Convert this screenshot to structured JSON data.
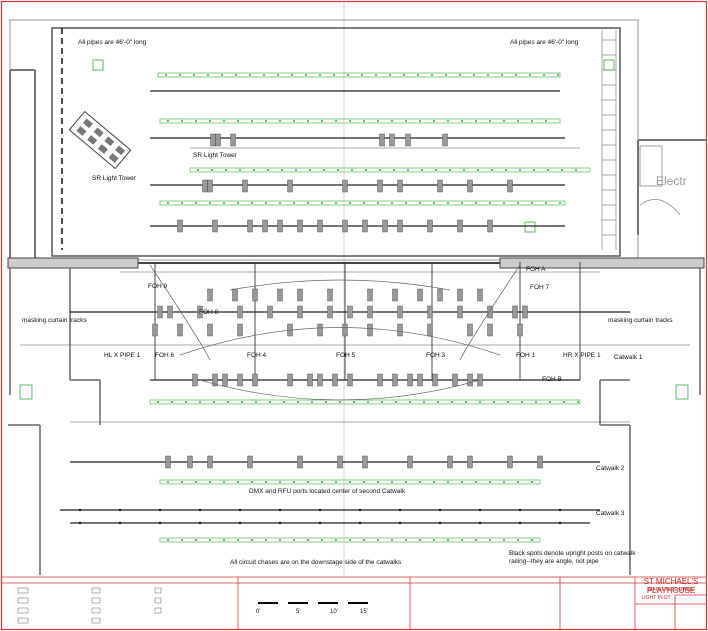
{
  "notes": {
    "pipe_length_left": "All pipes are 46'-0\" long",
    "pipe_length_right": "All pipes are 46'-0\" long",
    "dmx_rfu": "DMX and RFU ports located center of second Catwalk",
    "circuit_chases": "All circuit chases are on the downstage side of the catwalks",
    "black_spots": "Black spots denote upright posts on catwalk railing--they are angle, not pipe"
  },
  "towers": {
    "sr": "SR Light Tower",
    "sl": "SR Light Tower"
  },
  "positions": {
    "fohA": "FOH A",
    "fohB": "FOH B",
    "foh1": "FOH 1",
    "foh3": "FOH 3",
    "foh5": "FOH 5",
    "foh4": "FOH 4",
    "foh6": "FOH 6",
    "foh7": "FOH 7",
    "foh8": "FOH 8",
    "foh9": "FOH 9",
    "hlxpipe": "HL X PIPE 1",
    "hrxpipe": "HR X PIPE 1",
    "catwalk1": "Catwalk 1",
    "catwalk2": "Catwalk 2",
    "catwalk3": "Catwalk 3"
  },
  "masking": {
    "left": "masking curtain tracks",
    "right": "masking curtain tracks"
  },
  "electric_label": "Electr",
  "scale": {
    "marks": [
      "0'",
      "5'",
      "10'",
      "15'"
    ]
  },
  "title_block": {
    "theatre": "ST MICHAEL'S PLAYHOUSE",
    "line2": "MAIN UNITS OWNS",
    "line3": "LIGHT PLOT"
  },
  "colors": {
    "background": "#000000",
    "paper": "#ffffff",
    "border_red": "#dd3333",
    "fixture_green": "#33aa33",
    "wall_gray": "#888888"
  }
}
